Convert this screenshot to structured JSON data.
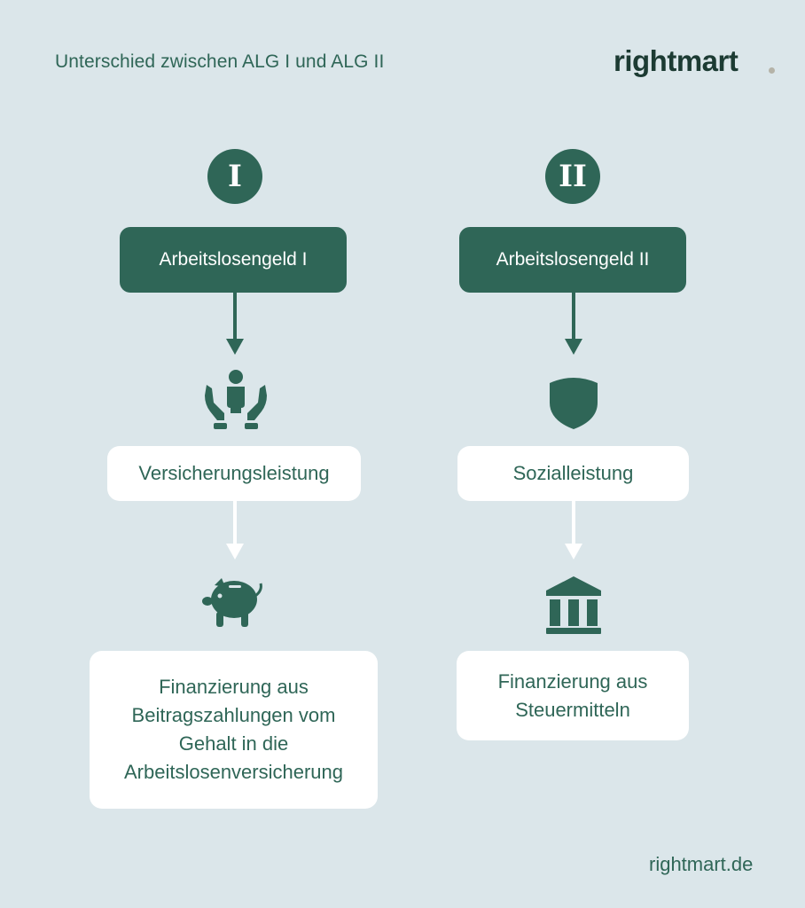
{
  "header": {
    "title": "Unterschied zwischen ALG I und ALG II",
    "logo_text": "rightmart",
    "logo_dot_color": "#b5b3a8"
  },
  "colors": {
    "background": "#dbe6ea",
    "primary": "#2f6657",
    "box_light": "#ffffff"
  },
  "columns": [
    {
      "badge": "I",
      "heading": "Arbeitslosengeld I",
      "icon_1": "hands-person-icon",
      "benefit": "Versicherungsleistung",
      "icon_2": "piggy-bank-icon",
      "funding": [
        "Finanzierung aus",
        "Beitragszahlungen vom",
        "Gehalt in die",
        "Arbeitslosenversicherung"
      ]
    },
    {
      "badge": "II",
      "heading": "Arbeitslosengeld II",
      "icon_1": "shield-icon",
      "benefit": "Sozialleistung",
      "icon_2": "bank-building-icon",
      "funding": [
        "Finanzierung aus",
        "Steuermitteln"
      ]
    }
  ],
  "footer": {
    "url": "rightmart.de"
  }
}
